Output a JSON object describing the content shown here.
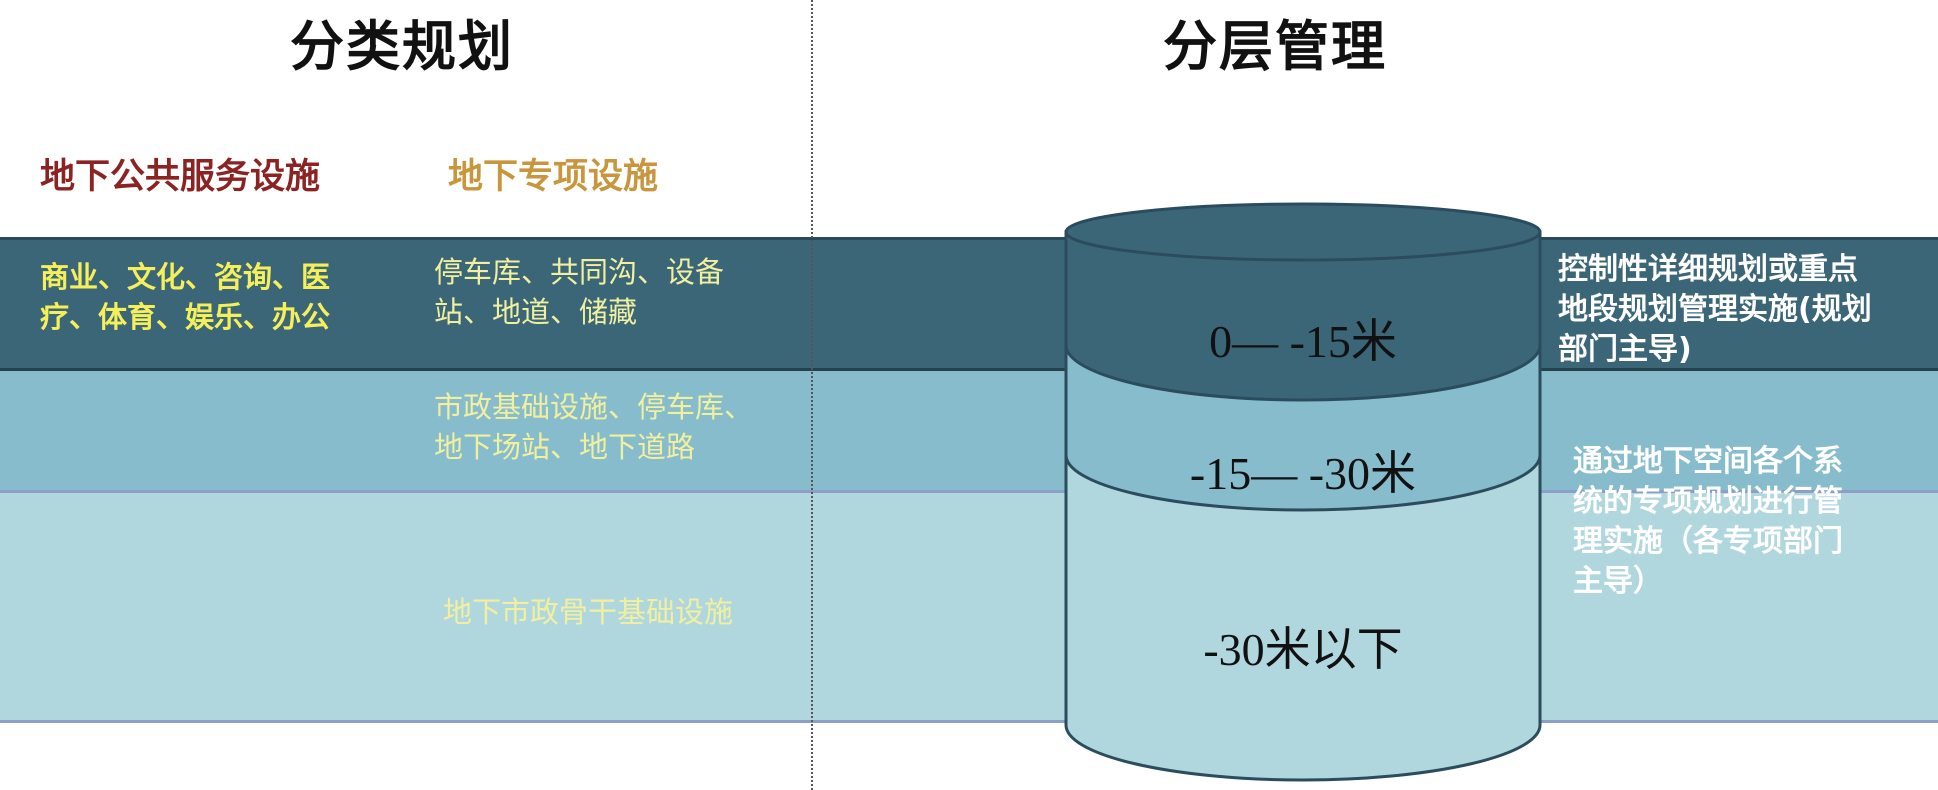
{
  "titles": {
    "classification": "分类规划",
    "layered": "分层管理"
  },
  "headers": {
    "public_facilities": "地下公共服务设施",
    "special_facilities": "地下专项设施"
  },
  "rows": {
    "top": {
      "public": "商业、文化、咨询、医\n疗、体育、娱乐、办公",
      "special": "停车库、共同沟、设备\n站、地道、储藏",
      "depth": "0— -15米",
      "management": "控制性详细规划或重点\n地段规划管理实施(规划\n部门主导)"
    },
    "middle": {
      "special": "市政基础设施、停车库、\n地下场站、地下道路",
      "depth": "-15— -30米"
    },
    "bottom": {
      "special": "地下市政骨干基础设施",
      "depth": "-30米以下"
    },
    "lower_management": "通过地下空间各个系\n统的专项规划进行管\n理实施（各专项部门\n主导）"
  },
  "colors": {
    "band_top": "#3b6678",
    "band_middle": "#86bccc",
    "band_bottom": "#b1d7de",
    "public_header": "#8b2323",
    "special_header": "#c8963c",
    "highlight_text": "#f5f05a",
    "light_yellow_text": "#f0f0a0"
  }
}
